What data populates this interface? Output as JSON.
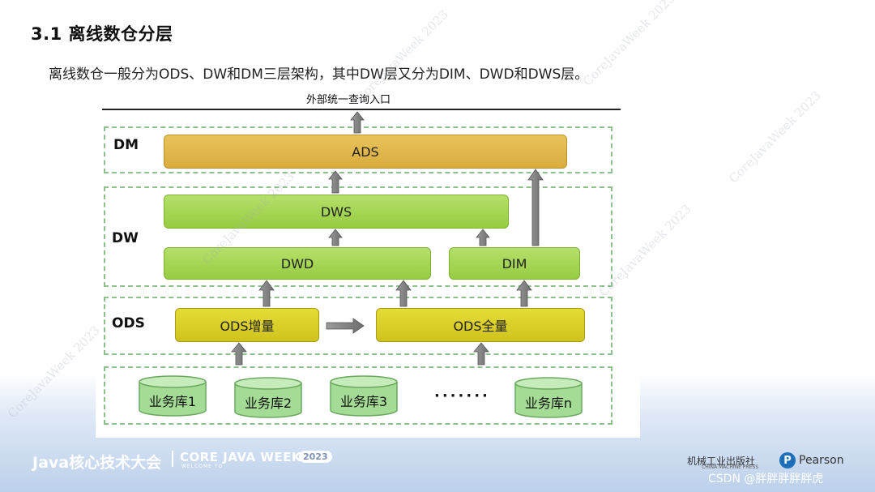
{
  "title": "3.1 离线数仓分层",
  "subtitle": "离线数仓一般分为ODS、DW和DM三层架构，其中DW层又分为DIM、DWD和DWS层。",
  "diagram": {
    "external_label": "外部统一查询入口",
    "zones": {
      "dm": "DM",
      "dw": "DW",
      "ods": "ODS"
    },
    "boxes": {
      "ads": "ADS",
      "dws": "DWS",
      "dwd": "DWD",
      "dim": "DIM",
      "ods_incr": "ODS增量",
      "ods_full": "ODS全量"
    },
    "databases": [
      "业务库1",
      "业务库2",
      "业务库3",
      "业务库n"
    ],
    "ellipsis": "·······"
  },
  "watermark": "CoreJavaWeek 2023",
  "footer": {
    "brand": "Java核心技术大会",
    "core": "CORE JAVA WEEK",
    "year": "2023",
    "welcome": "WELCOME TO",
    "publisher1": "机械工业出版社",
    "publisher1_sub": "CHINA MACHINE PRESS",
    "publisher2": "Pearson",
    "publisher2_logo": "P",
    "csdn": "CSDN @胖胖胖胖胖虎"
  },
  "colors": {
    "ads": "#d9ac3e",
    "dw_boxes": "#97cc42",
    "ods_boxes": "#cfc21e",
    "database": "#a4dc96",
    "zone_border": "#8cc08c",
    "arrow": "#808080"
  }
}
